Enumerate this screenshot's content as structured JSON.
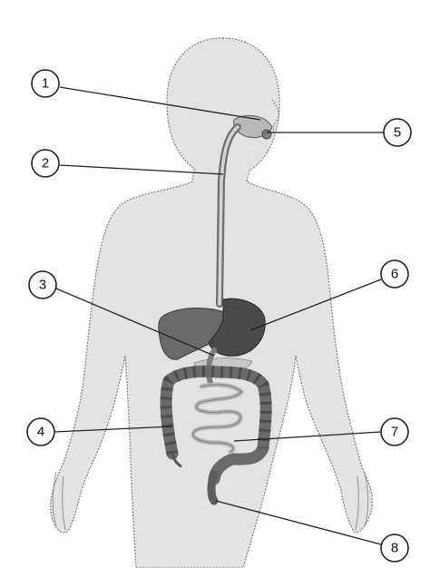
{
  "diagram": {
    "colors": {
      "body_fill": "#e3e3e3",
      "body_outline": "#7a7a7a",
      "organ_dark": "#5c5c5c",
      "organ_mid": "#7d7d7d",
      "organ_light": "#b9b9b9"
    },
    "callouts": [
      {
        "id": "1",
        "number": "1"
      },
      {
        "id": "2",
        "number": "2"
      },
      {
        "id": "3",
        "number": "3"
      },
      {
        "id": "4",
        "number": "4"
      },
      {
        "id": "5",
        "number": "5"
      },
      {
        "id": "6",
        "number": "6"
      },
      {
        "id": "7",
        "number": "7"
      },
      {
        "id": "8",
        "number": "8"
      }
    ]
  }
}
